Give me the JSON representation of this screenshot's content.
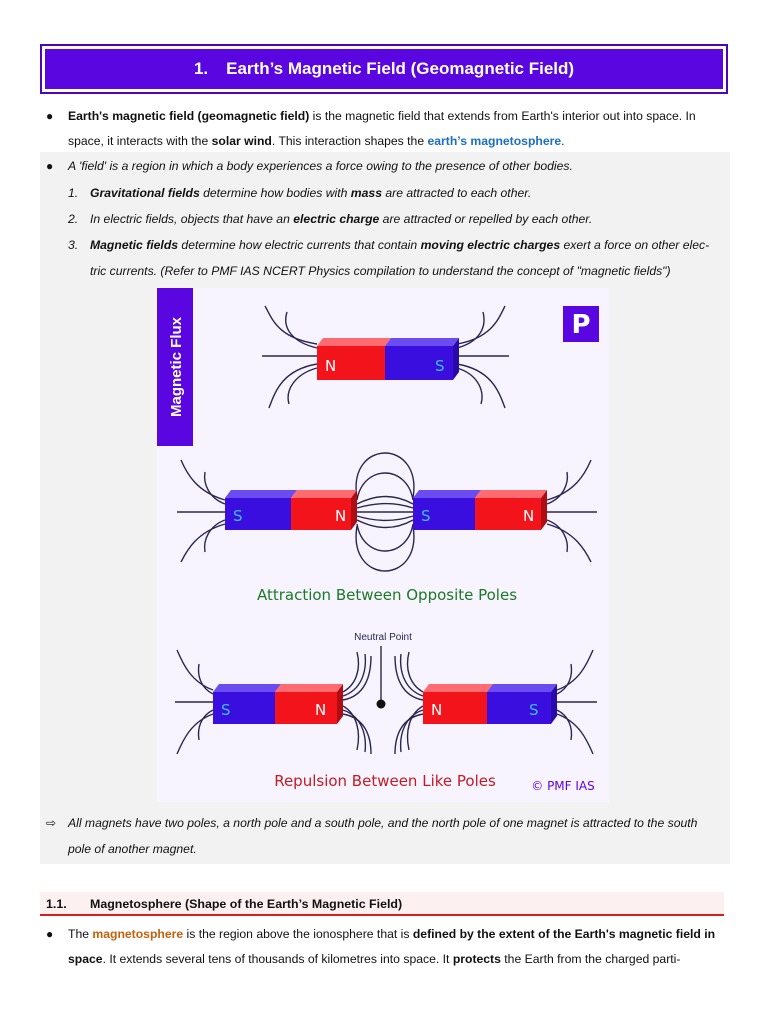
{
  "title": {
    "number": "1.",
    "text": "Earth’s Magnetic Field (Geomagnetic Field)"
  },
  "p1": {
    "b1": "Earth's magnetic field (geomagnetic field)",
    "t1": " is the magnetic field that extends from Earth's interior out into space. In space, it interacts with the ",
    "b2": "solar wind",
    "t2": ". This interaction shapes the ",
    "link": "earth’s magnetosphere",
    "t3": "."
  },
  "p2": {
    "text": "A 'field' is a region in which a body experiences a force owing to the presence of other bodies."
  },
  "list": [
    {
      "n": "1.",
      "b1": "Gravitational fields",
      "t1": " determine how bodies with ",
      "b2": "mass",
      "t2": " are attracted to each other."
    },
    {
      "n": "2.",
      "t0": "In electric fields, objects that have an ",
      "b1": "electric charge",
      "t1": " are attracted or repelled by each other."
    },
    {
      "n": "3.",
      "b1": "Magnetic fields",
      "t1": " determine how electric currents that contain ",
      "b2": "moving electric charges",
      "t2": " exert a force on other elec-",
      "t3": "tric currents. (Refer to PMF IAS NCERT Physics compilation to understand the concept of \"magnetic fields\")"
    }
  ],
  "figure": {
    "side_label": "Magnetic Flux",
    "logo": "P",
    "label_n": "N",
    "label_s": "S",
    "caption_attract": "Attraction Between Opposite Poles",
    "caption_repel": "Repulsion Between Like Poles",
    "neutral_point": "Neutral Point",
    "credit": "© PMF IAS",
    "colors": {
      "north": "#f2141a",
      "south": "#3b0ee0",
      "field": "#2a2650",
      "attract": "#1b7a24",
      "repel": "#c41a22",
      "panel": "#5a06e0"
    }
  },
  "note": {
    "line1": "All magnets have two poles, a north pole and a south pole, and the north pole of one magnet is attracted to the south",
    "line2": "pole of another magnet."
  },
  "section": {
    "number": "1.1.",
    "title": "Magnetosphere (Shape of the Earth’s Magnetic Field)"
  },
  "p3": {
    "t0": "The ",
    "o1": "magnetosphere",
    "t1": " is the region above the ionosphere that is ",
    "b1": "defined by the extent of the Earth's magnetic field in space",
    "t2": ". It extends several tens of thousands of kilometres into space. It ",
    "b2": "protects",
    "t3": " the Earth from the charged parti-"
  }
}
